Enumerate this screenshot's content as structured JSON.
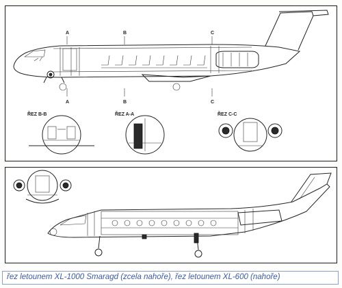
{
  "top_drawing": {
    "section_markers": [
      "A",
      "B",
      "C",
      "A",
      "B",
      "C"
    ],
    "section_labels": [
      "ŘEZ B-B",
      "ŘEZ A-A",
      "ŘEZ C-C"
    ]
  },
  "caption": {
    "text": "řez letounem XL-1000 Smaragd (zcela nahoře), řez letounem XL-600 (nahoře)"
  }
}
